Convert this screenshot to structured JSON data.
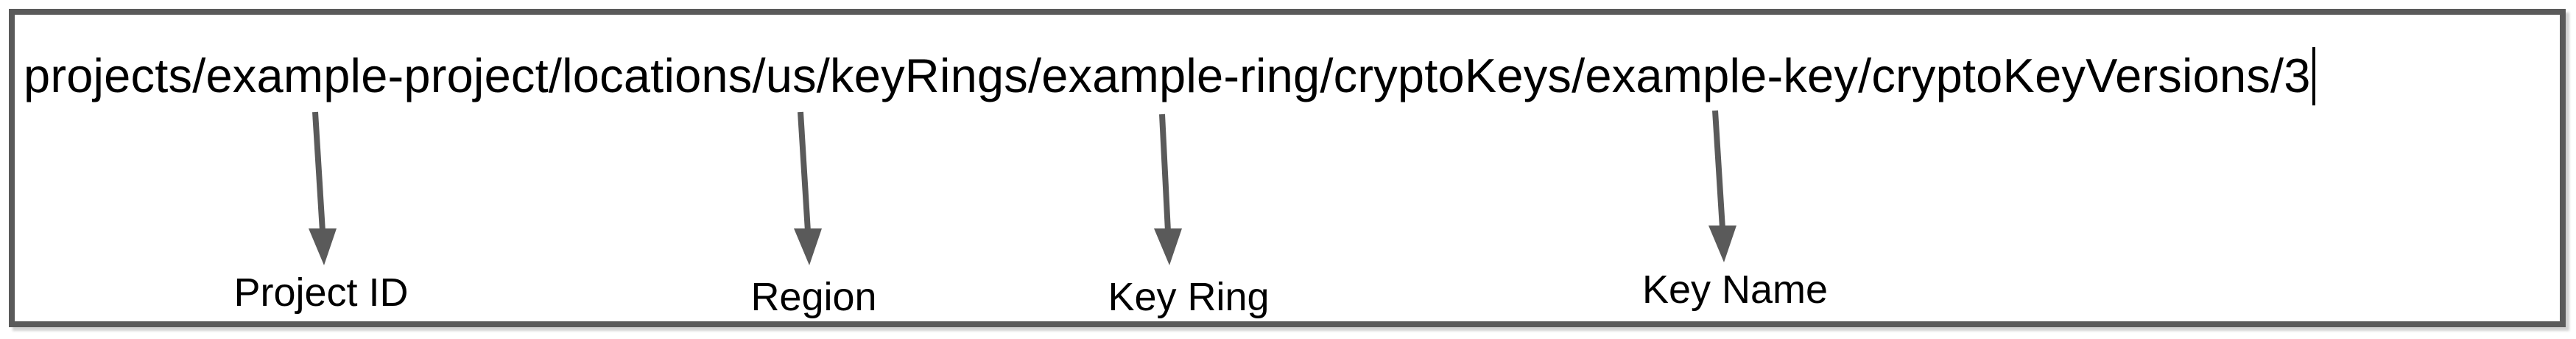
{
  "resource_path": {
    "value": "projects/example-project/locations/us/keyRings/example-ring/cryptoKeys/example-key/cryptoKeyVersions/3"
  },
  "annotations": {
    "project_id": {
      "label": "Project ID"
    },
    "region": {
      "label": "Region"
    },
    "key_ring": {
      "label": "Key Ring"
    },
    "key_name": {
      "label": "Key Name"
    }
  },
  "colors": {
    "box_border": "#5a5a5a",
    "arrow": "#5a5a5a",
    "text": "#000000"
  }
}
